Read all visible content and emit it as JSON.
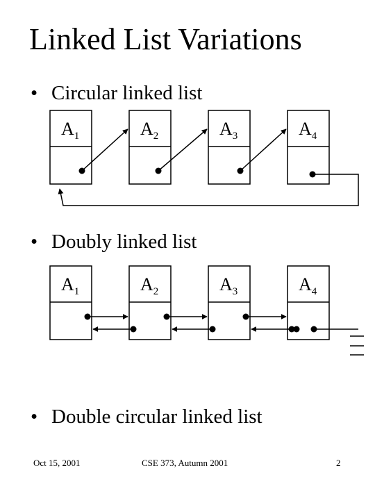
{
  "slide": {
    "title": "Linked List Variations",
    "bullet_symbol": "•",
    "bullets": [
      "Circular linked list",
      "Doubly linked list",
      "Double circular linked list"
    ]
  },
  "circular_nodes": [
    {
      "letter": "A",
      "sub": "1"
    },
    {
      "letter": "A",
      "sub": "2"
    },
    {
      "letter": "A",
      "sub": "3"
    },
    {
      "letter": "A",
      "sub": "4"
    }
  ],
  "doubly_nodes": [
    {
      "letter": "A",
      "sub": "1"
    },
    {
      "letter": "A",
      "sub": "2"
    },
    {
      "letter": "A",
      "sub": "3"
    },
    {
      "letter": "A",
      "sub": "4"
    }
  ],
  "footer": {
    "date": "Oct 15, 2001",
    "course": "CSE 373, Autumn 2001",
    "page": "2"
  }
}
